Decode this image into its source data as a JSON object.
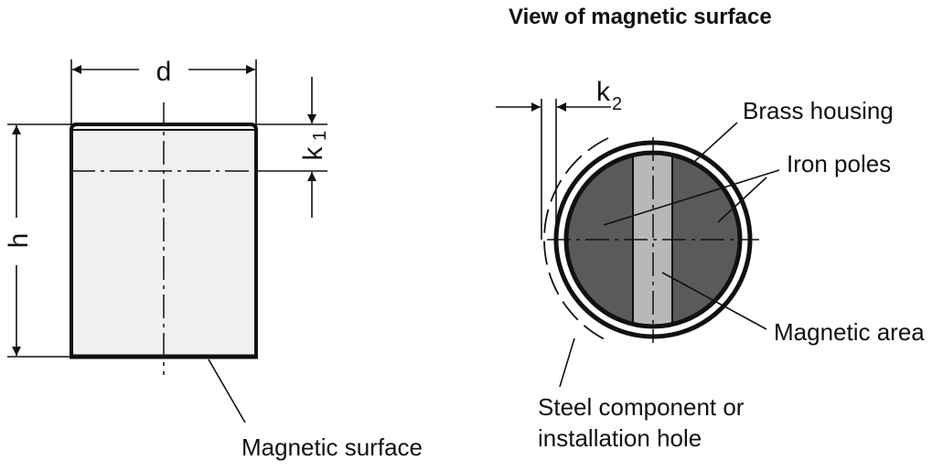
{
  "title": "View of magnetic surface",
  "dimensions": {
    "d": "d",
    "h": "h",
    "k1_letter": "k",
    "k1_sub": "1",
    "k2_letter": "k",
    "k2_sub": "2"
  },
  "labels": {
    "brass_housing": "Brass housing",
    "iron_poles": "Iron poles",
    "magnetic_area": "Magnetic area",
    "steel_line1": "Steel component or",
    "steel_line2": "installation hole",
    "magnetic_surface": "Magnetic surface"
  },
  "colors": {
    "body_fill": "#f0f0f0",
    "pole_fill": "#5a5a5a",
    "magnetic_area_fill": "#b8b8b8",
    "outline": "#111111"
  }
}
